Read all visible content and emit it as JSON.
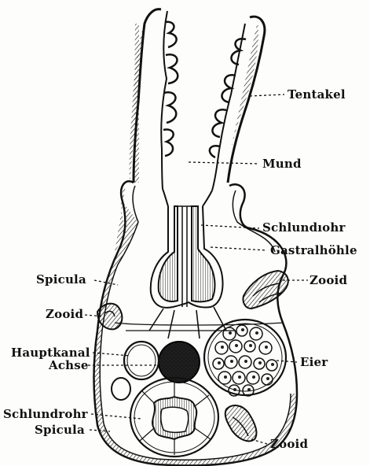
{
  "figure": {
    "ink_color": "#111111",
    "paper_color": "#fdfdfb",
    "labels": {
      "tentakel": "Tentakel",
      "mund": "Mund",
      "schlundrohr_upper": "Schlundıohr",
      "gastralhoehle": "Gastralhöhle",
      "zooid_right_upper": "Zooid",
      "eier": "Eier",
      "zooid_right_lower": "Zooid",
      "spicula_upper": "Spicula",
      "zooid_left": "Zooid",
      "hauptkanal": "Hauptkanal",
      "achse": "Achse",
      "schlundrohr_lower": "Schlundrohr",
      "spicula_lower": "Spicula"
    }
  }
}
